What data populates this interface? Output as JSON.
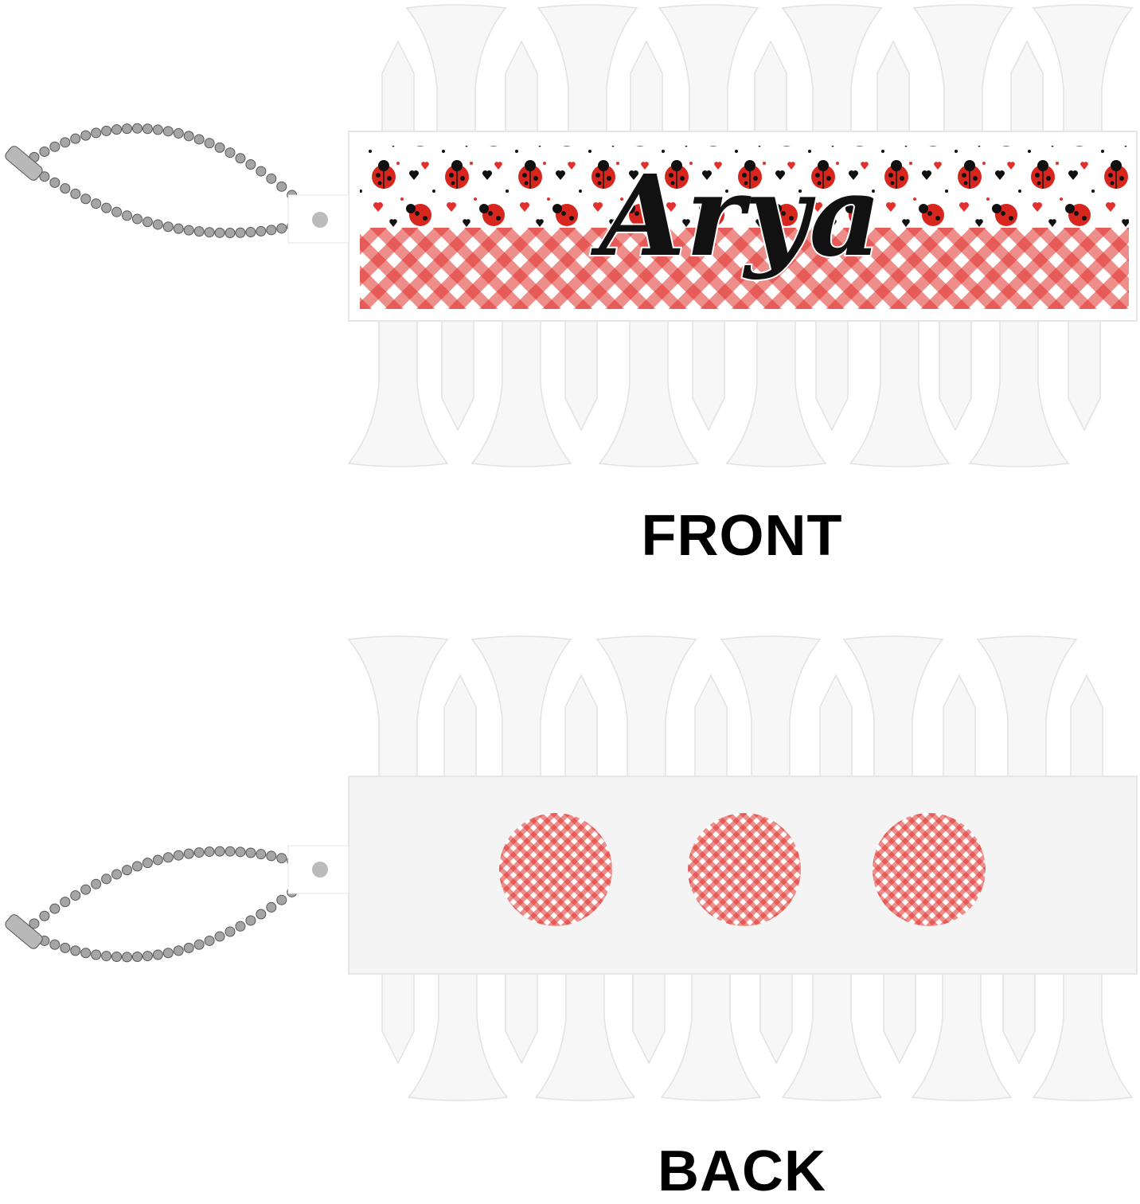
{
  "front": {
    "label": "FRONT",
    "personalized_name": "Arya"
  },
  "back": {
    "label": "BACK",
    "circle_count": 3
  },
  "colors": {
    "gingham_red": "#e0312c",
    "ladybug_red": "#d7261e",
    "tee_white": "#f7f7f7",
    "text": "#000000",
    "chain": "#9a9a9a"
  }
}
